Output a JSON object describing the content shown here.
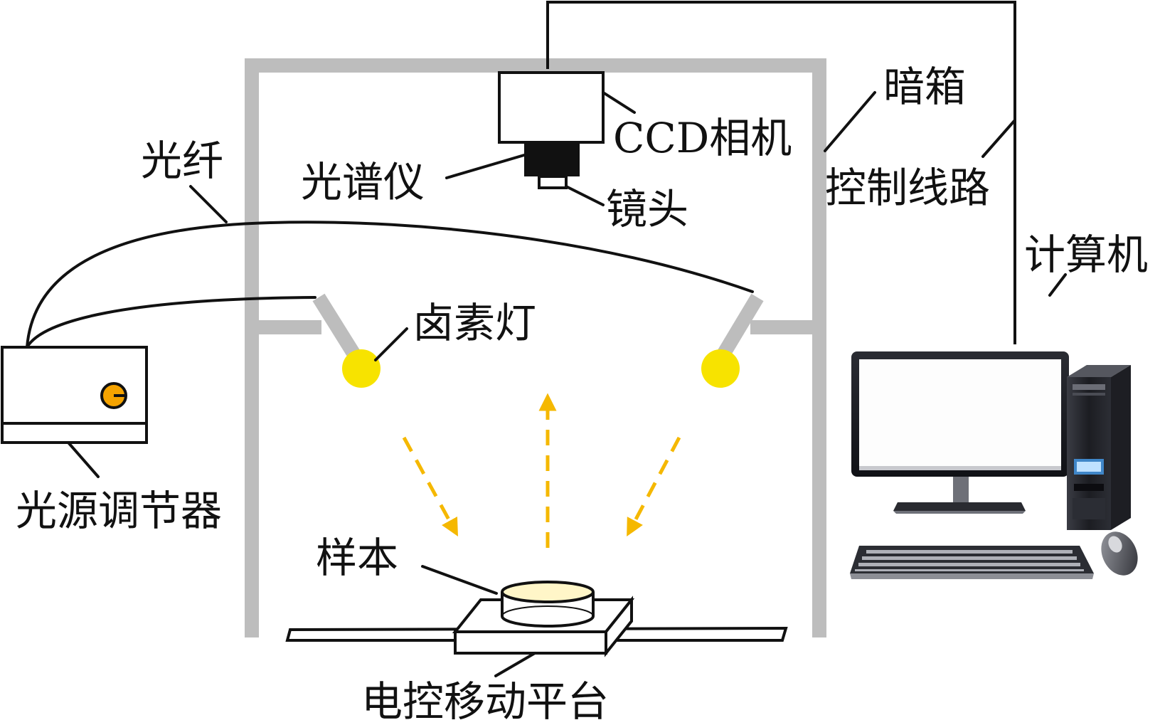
{
  "labels": {
    "dark_box": "暗箱",
    "ccd_camera": "CCD相机",
    "spectrometer": "光谱仪",
    "lens": "镜头",
    "optical_fiber": "光纤",
    "control_line": "控制线路",
    "computer": "计算机",
    "halogen_lamp": "卤素灯",
    "light_source_controller": "光源调节器",
    "sample": "样本",
    "stage": "电控移动平台"
  },
  "colors": {
    "frame": "#bdbdbd",
    "lamp": "#f7e300",
    "light_arrow": "#f5b800",
    "knob": "#f5a300",
    "line": "#111111"
  }
}
